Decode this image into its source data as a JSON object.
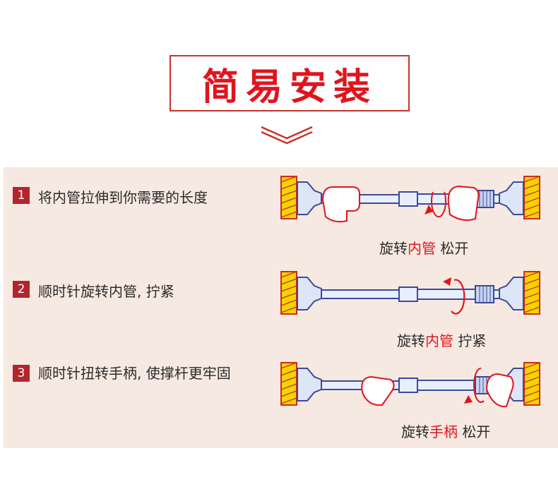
{
  "title": "简易安装",
  "steps": [
    {
      "num": "1",
      "text": "将内管拉伸到你需要的长度",
      "caption": {
        "prefix": "旋转",
        "highlight": "内管",
        "suffix": " 松开"
      }
    },
    {
      "num": "2",
      "text": "顺时针旋转内管, 拧紧",
      "caption": {
        "prefix": "旋转",
        "highlight": "内管",
        "suffix": " 拧紧"
      }
    },
    {
      "num": "3",
      "text": "顺时针扭转手柄, 使撑杆更牢固",
      "caption": {
        "prefix": "旋转",
        "highlight": "手柄",
        "suffix": " 松开"
      }
    }
  ],
  "colors": {
    "accent": "#e0141e",
    "badge": "#b3252c",
    "panel": "#f6e9e1",
    "rod": "#3b4a9a"
  }
}
